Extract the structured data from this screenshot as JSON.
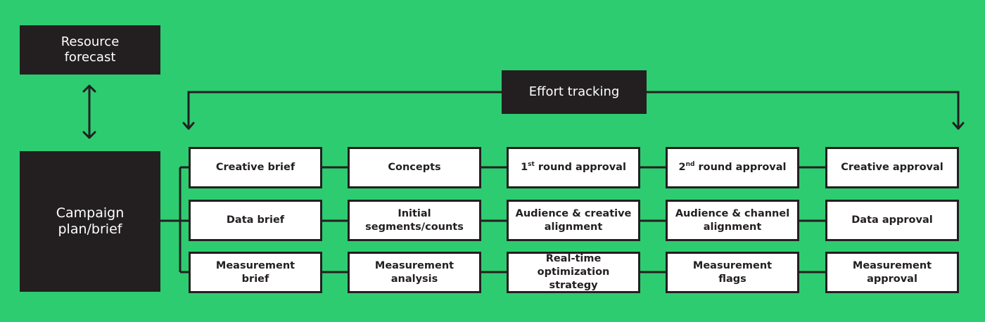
{
  "colors": {
    "background": "#2ecc71",
    "dark": "#231f20",
    "box": "#ffffff"
  },
  "resource_forecast": "Resource\nforecast",
  "campaign_plan": "Campaign\nplan/brief",
  "effort_tracking": "Effort tracking",
  "rows": [
    {
      "cells": [
        {
          "text": "Creative brief"
        },
        {
          "text": "Concepts"
        },
        {
          "pre": "1",
          "sup": "st",
          "post": " round approval"
        },
        {
          "pre": "2",
          "sup": "nd",
          "post": " round approval"
        },
        {
          "text": "Creative approval"
        }
      ]
    },
    {
      "cells": [
        {
          "text": "Data brief"
        },
        {
          "text": "Initial\nsegments/counts"
        },
        {
          "text": "Audience & creative\nalignment"
        },
        {
          "text": "Audience & channel\nalignment"
        },
        {
          "text": "Data approval"
        }
      ]
    },
    {
      "cells": [
        {
          "text": "Measurement\nbrief"
        },
        {
          "text": "Measurement\nanalysis"
        },
        {
          "text": "Real-time\noptimization strategy"
        },
        {
          "text": "Measurement\nflags"
        },
        {
          "text": "Measurement\napproval"
        }
      ]
    }
  ]
}
